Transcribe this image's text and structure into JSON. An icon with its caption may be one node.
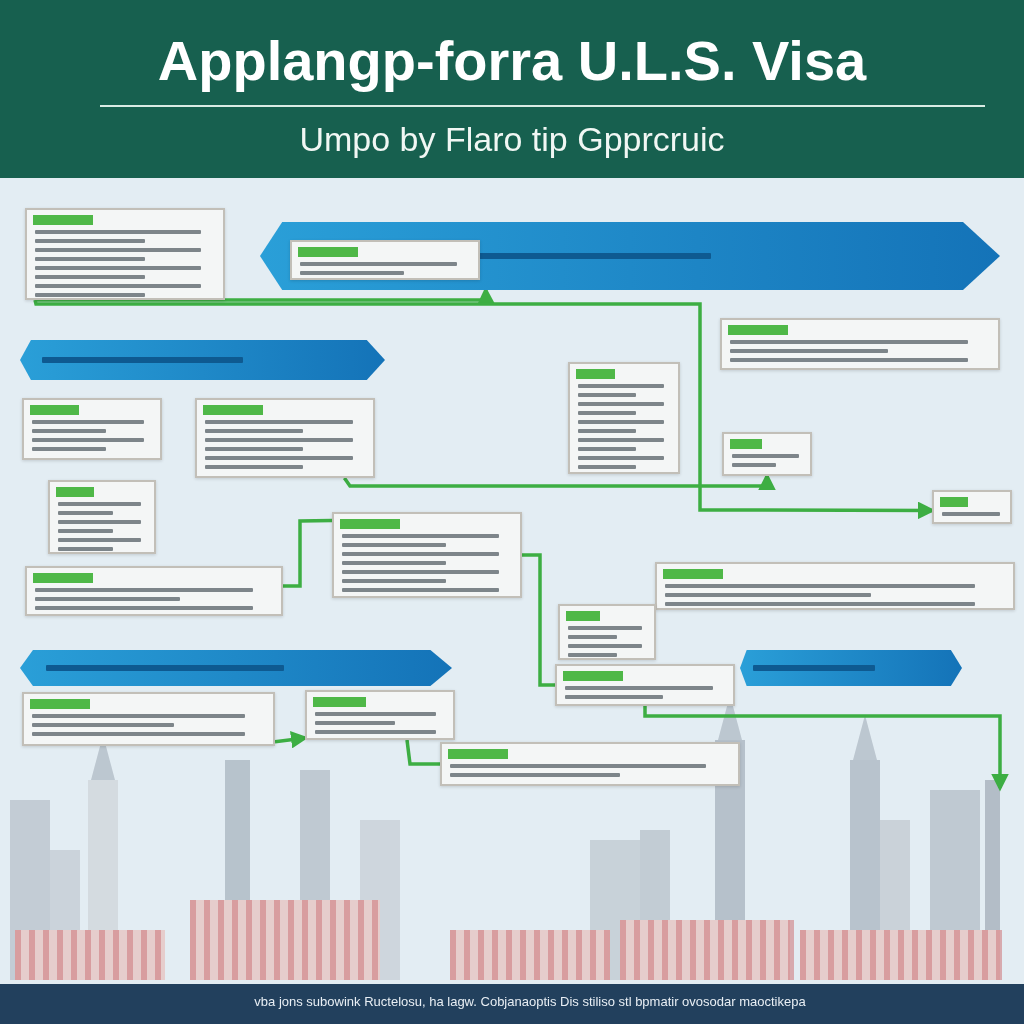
{
  "diagram": {
    "title": "Applangp-forra U.L.S. Visa",
    "nodes": [
      {
        "text": [],
        "shape": "box"
      },
      {
        "text": [],
        "shape": "box",
        "in": 2
      },
      {
        "text": [],
        "shape": "banner"
      },
      {
        "text": [],
        "shape": "box"
      },
      {
        "text": [],
        "shape": "banner"
      },
      {
        "text": [],
        "shape": "box"
      },
      {
        "text": [],
        "shape": "box"
      },
      {
        "text": [],
        "shape": "box"
      },
      {
        "text": [],
        "shape": "box"
      },
      {
        "text": [],
        "shape": "box"
      },
      {
        "text": [],
        "shape": "box"
      },
      {
        "text": [],
        "shape": "box"
      },
      {
        "text": [],
        "shape": "box"
      },
      {
        "text": [],
        "shape": "box"
      },
      {
        "text": [],
        "shape": "box"
      },
      {
        "text": [],
        "shape": "banner"
      },
      {
        "text": [],
        "shape": "banner"
      },
      {
        "text": [],
        "shape": "box"
      },
      {
        "text": [],
        "shape": "box"
      },
      {
        "text": [],
        "shape": "box"
      },
      {
        "text": [],
        "shape": "box"
      }
    ],
    "edges": [
      {
        "from": 0,
        "to": 2,
        "arrow": "to"
      },
      {
        "from": 0,
        "to": 20,
        "arrow": "to"
      },
      {
        "from": 6,
        "to": 8,
        "arrow": "to"
      },
      {
        "from": 10,
        "to": 11,
        "arrow": "none"
      },
      {
        "from": 11,
        "to": 14,
        "arrow": "none"
      },
      {
        "from": 14,
        "to": null,
        "arrow": "to"
      },
      {
        "from": 18,
        "to": 19,
        "arrow": "none"
      },
      {
        "from": 17,
        "to": 18,
        "arrow": "to"
      }
    ],
    "labels": [
      "Umpo by Flaro tip Gpprcruic",
      "vba jons subowink Ructelosu, ha lagw. Cobjanaoptis Dis stiliso stl bpmatir ovosodar maoctikepa"
    ]
  }
}
